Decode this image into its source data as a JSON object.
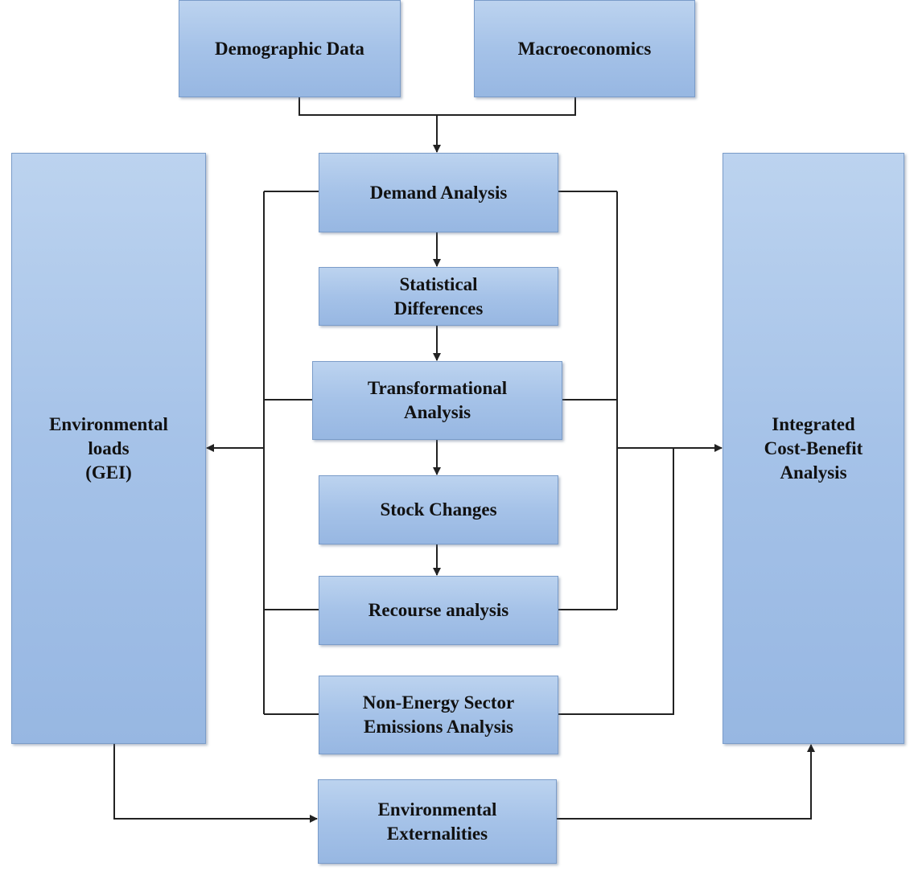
{
  "nodes": {
    "demographic": "Demographic Data",
    "macro": "Macroeconomics",
    "demand": "Demand Analysis",
    "statistical": "Statistical\nDifferences",
    "transformational": "Transformational\nAnalysis",
    "stock": "Stock Changes",
    "recourse": "Recourse analysis",
    "non_energy": "Non-Energy Sector\nEmissions Analysis",
    "env_loads": "Environmental\nloads\n(GEI)",
    "cost_benefit": "Integrated\nCost-Benefit\nAnalysis",
    "externalities": "Environmental\nExternalities"
  },
  "colors": {
    "box_fill": "#a5c2e8",
    "box_border": "#7a9cc9",
    "connector": "#222222"
  }
}
